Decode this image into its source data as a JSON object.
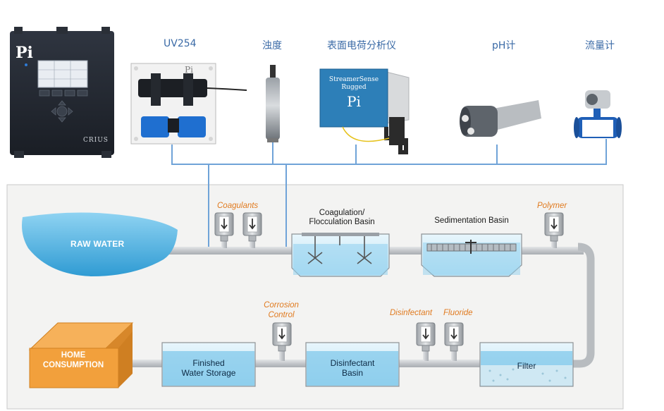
{
  "instruments": {
    "controller_brand": "Pi",
    "controller_model": "CRIUS",
    "uv254": "UV254",
    "turbidity": "浊度",
    "surface_charge": "表面电荷分析仪",
    "ph": "pH计",
    "flow": "流量计",
    "streamer_line1": "StreamerSense",
    "streamer_line2": "Rugged",
    "streamer_brand": "Pi",
    "pi_small": "Pi"
  },
  "process": {
    "raw_water": "RAW WATER",
    "coagulants": "Coagulants",
    "coag_basin_line1": "Coagulation/",
    "coag_basin_line2": "Flocculation Basin",
    "sedimentation": "Sedimentation Basin",
    "polymer": "Polymer",
    "corrosion_line1": "Corrosion",
    "corrosion_line2": "Control",
    "disinfectant": "Disinfectant",
    "fluoride": "Fluoride",
    "home_line1": "HOME",
    "home_line2": "CONSUMPTION",
    "finished_line1": "Finished",
    "finished_line2": "Water Storage",
    "disinf_basin_line1": "Disinfectant",
    "disinf_basin_line2": "Basin",
    "filter": "Filter"
  },
  "colors": {
    "pipe": "#c9ccd0",
    "signal_line": "#6fa3d8",
    "water": "#5db8e3",
    "label_orange": "#e07a1f",
    "label_blue": "#3a6aa6",
    "house": "#f2a03c"
  }
}
